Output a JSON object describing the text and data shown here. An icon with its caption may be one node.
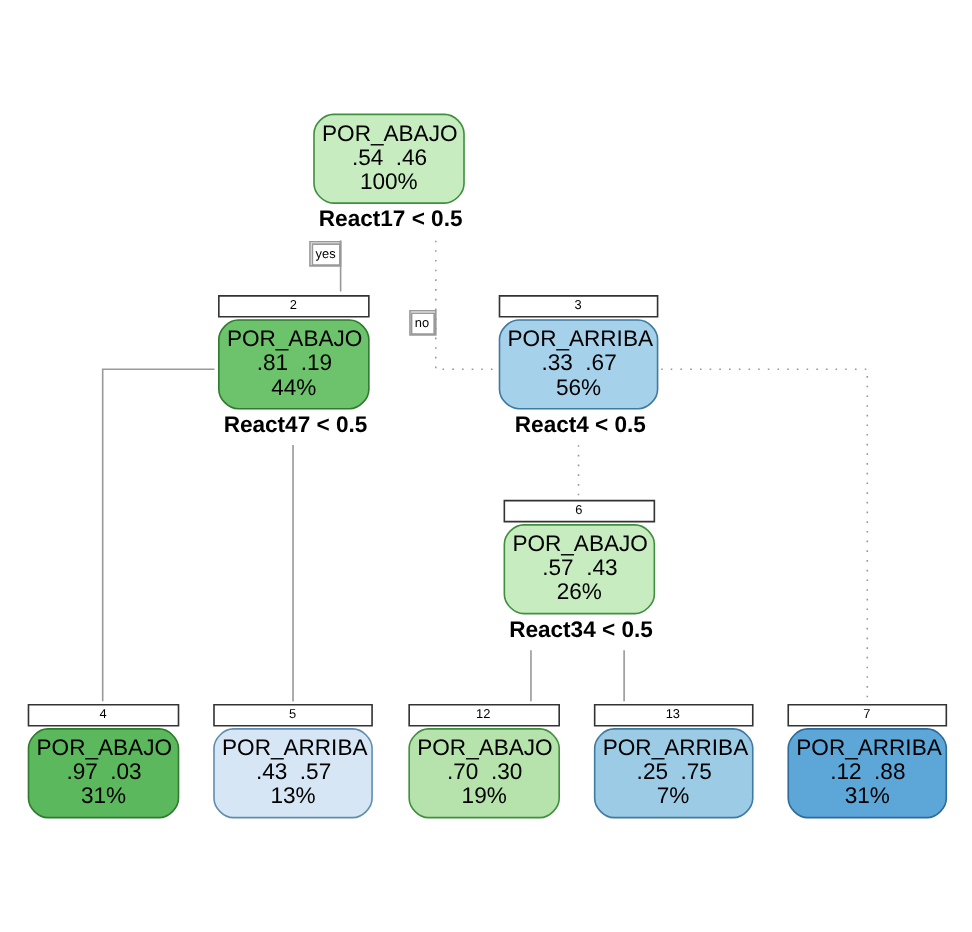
{
  "diagram": {
    "nodes": [
      {
        "text": [
          "POR_ABAJO",
          ".54  .46",
          "100%"
        ],
        "beside": [
          "React17 < 0.5"
        ]
      },
      {
        "text": [
          "POR_ABAJO",
          ".81  .19",
          "44%"
        ],
        "beside": [
          "2",
          "React47 < 0.5"
        ]
      },
      {
        "text": [
          "POR_ARRIBA",
          ".33  .67",
          "56%"
        ],
        "beside": [
          "3",
          "React4 < 0.5"
        ]
      },
      {
        "text": [
          "POR_ABAJO",
          ".57  .43",
          "26%"
        ],
        "beside": [
          "6",
          "React34 < 0.5"
        ]
      },
      {
        "text": [
          "POR_ABAJO",
          ".97  .03",
          "31%"
        ],
        "beside": [
          "4"
        ]
      },
      {
        "text": [
          "POR_ARRIBA",
          ".43  .57",
          "13%"
        ],
        "beside": [
          "5"
        ]
      },
      {
        "text": [
          "POR_ABAJO",
          ".70  .30",
          "19%"
        ],
        "beside": [
          "12"
        ]
      },
      {
        "text": [
          "POR_ARRIBA",
          ".25  .75",
          "7%"
        ],
        "beside": [
          "13"
        ]
      },
      {
        "text": [
          "POR_ARRIBA",
          ".12  .88",
          "31%"
        ],
        "beside": [
          "7"
        ]
      }
    ],
    "edges": [
      {
        "from": 0,
        "to": 1,
        "arrow": "none",
        "label": "yes"
      },
      {
        "from": 0,
        "to": 2,
        "arrow": "none",
        "label": "no",
        "style": "dashed"
      },
      {
        "from": 1,
        "to": 4,
        "arrow": "none"
      },
      {
        "from": 1,
        "to": 5,
        "arrow": "none"
      },
      {
        "from": 2,
        "to": 3,
        "arrow": "none",
        "style": "dashed"
      },
      {
        "from": 2,
        "to": 8,
        "arrow": "none",
        "style": "dashed"
      },
      {
        "from": 3,
        "to": 6,
        "arrow": "none"
      },
      {
        "from": 3,
        "to": 7,
        "arrow": "none"
      }
    ]
  }
}
